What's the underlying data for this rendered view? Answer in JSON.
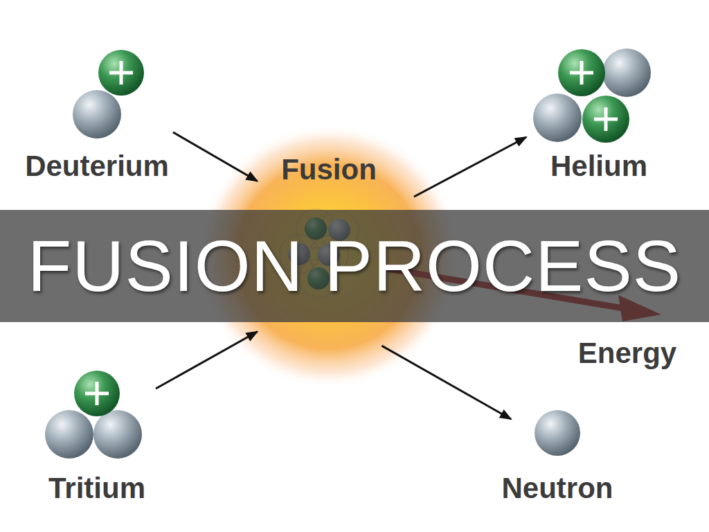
{
  "diagram": {
    "title": "FUSION PROCESS",
    "nodes": [
      {
        "text": [
          "Deuterium"
        ]
      },
      {
        "text": [
          "Fusion"
        ]
      },
      {
        "text": [
          "Helium"
        ]
      },
      {
        "text": [
          "Tritium"
        ]
      },
      {
        "text": [
          "Neutron"
        ]
      }
    ],
    "edges": [
      {
        "from": 0,
        "to": 1,
        "arrow": "to"
      },
      {
        "from": 3,
        "to": 1,
        "arrow": "to"
      },
      {
        "from": 1,
        "to": 2,
        "arrow": "to"
      },
      {
        "from": 1,
        "to": 4,
        "arrow": "to"
      }
    ],
    "labels": [
      "Energy"
    ]
  }
}
